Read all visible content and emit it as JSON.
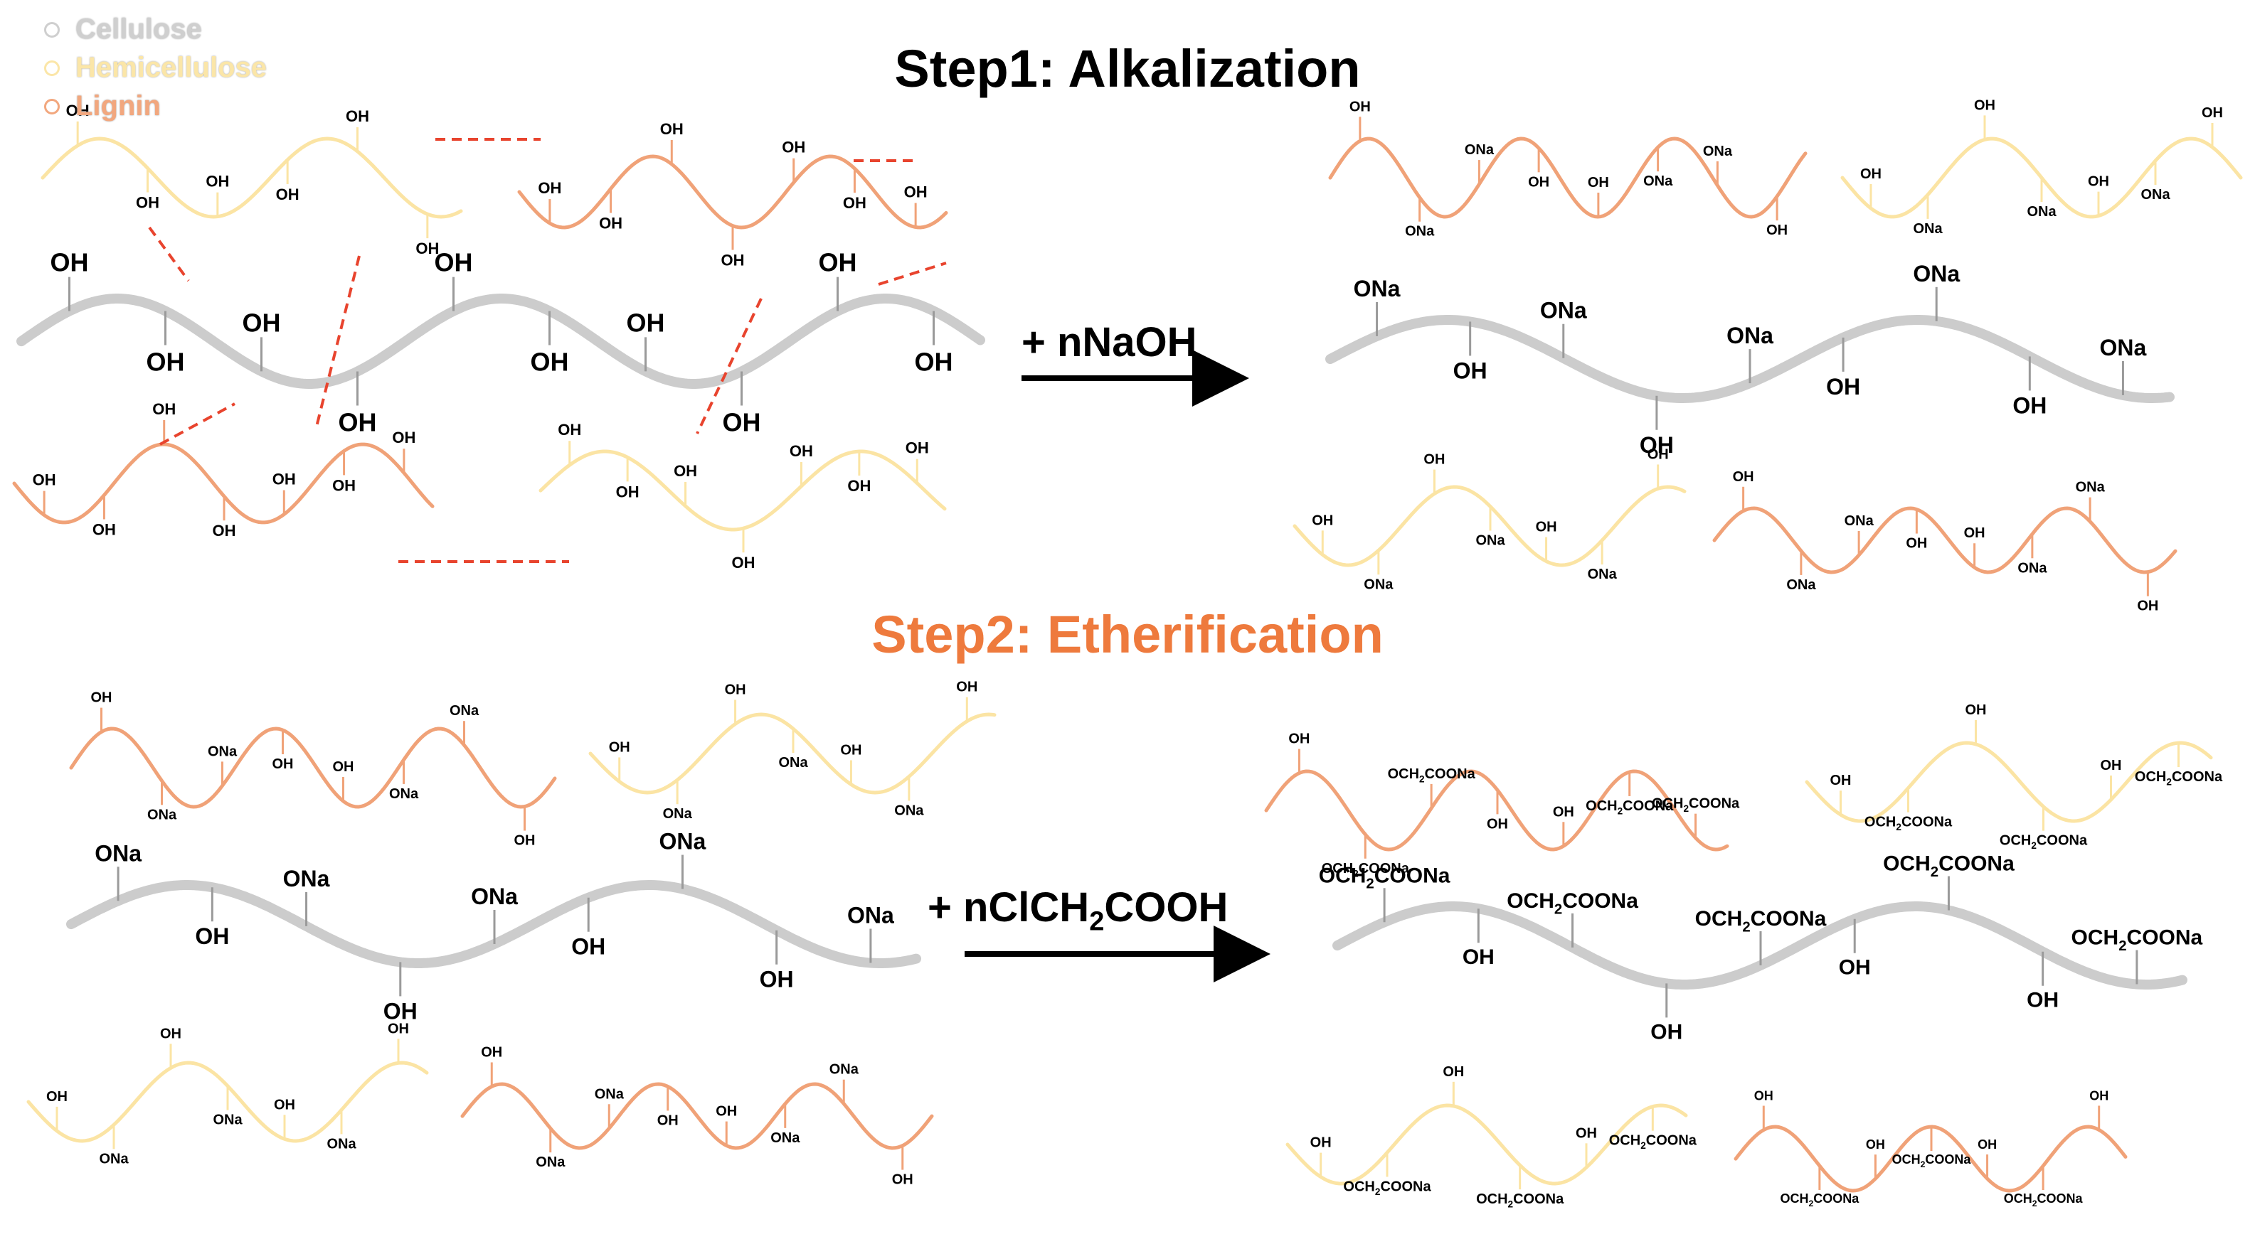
{
  "legend": {
    "items": [
      {
        "label": "Cellulose",
        "color": "#cfcfcf"
      },
      {
        "label": "Hemicellulose",
        "color": "#fbe6a8"
      },
      {
        "label": "Lignin",
        "color": "#f2a77e"
      }
    ]
  },
  "colors": {
    "cellulose": "#cccccc",
    "hemicellulose": "#fbe4a4",
    "lignin": "#f0a278",
    "hydrogen_bond": "#e8442e",
    "step2_title": "#ee7a3d",
    "arrow": "#000000"
  },
  "step1": {
    "title": "Step1: Alkalization",
    "reagent": "+ nNaOH"
  },
  "step2": {
    "title": "Step2: Etherification",
    "reagent_prefix": "+ nClCH",
    "reagent_subscript": "2",
    "reagent_suffix": "COOH"
  },
  "group_labels": {
    "hydroxyl": "OH",
    "sodium_alkoxide": "ONa",
    "carboxymethyl_prefix": "OCH",
    "carboxymethyl_subscript": "2",
    "carboxymethyl_suffix": "COONa"
  }
}
